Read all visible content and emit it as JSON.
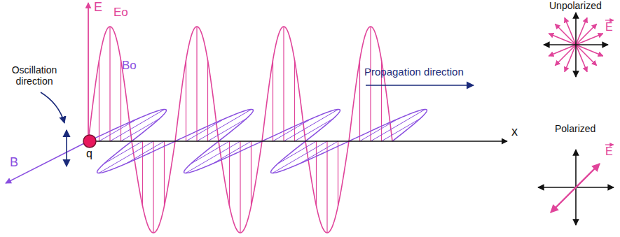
{
  "diagram": {
    "labels": [
      "E",
      "Eo",
      "Oscillation direction",
      "Propagation direction",
      "Bo",
      "B",
      "q",
      "x",
      "Unpolarized",
      "E",
      "Polarized",
      "E"
    ]
  }
}
